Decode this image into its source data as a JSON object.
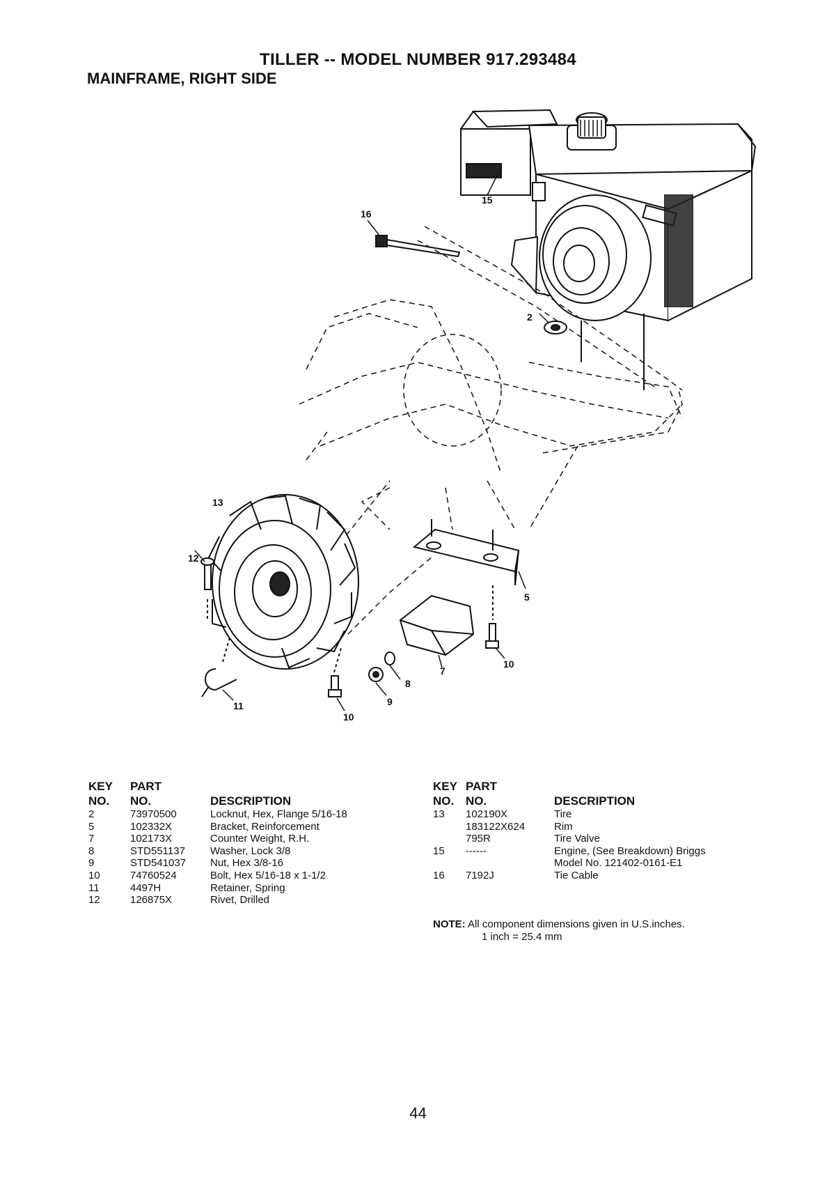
{
  "header": {
    "title": "TILLER -- MODEL NUMBER 917.293484",
    "subtitle": "MAINFRAME, RIGHT SIDE"
  },
  "diagram": {
    "callouts": {
      "c16": "16",
      "c15": "15",
      "c2": "2",
      "c13": "13",
      "c12": "12",
      "c5": "5",
      "c7": "7",
      "c10a": "10",
      "c8": "8",
      "c9": "9",
      "c11": "11",
      "c10b": "10"
    }
  },
  "table_headers": {
    "key_line1": "KEY",
    "key_line2": "NO.",
    "part_line1": "PART",
    "part_line2": "NO.",
    "description": "DESCRIPTION"
  },
  "parts_left": [
    {
      "key": "2",
      "part": "73970500",
      "desc": "Locknut, Hex, Flange 5/16-18"
    },
    {
      "key": "5",
      "part": "102332X",
      "desc": "Bracket, Reinforcement"
    },
    {
      "key": "7",
      "part": "102173X",
      "desc": "Counter Weight, R.H."
    },
    {
      "key": "8",
      "part": "STD551137",
      "desc": "Washer, Lock 3/8"
    },
    {
      "key": "9",
      "part": "STD541037",
      "desc": "Nut, Hex 3/8-16"
    },
    {
      "key": "10",
      "part": "74760524",
      "desc": "Bolt, Hex 5/16-18 x 1-1/2"
    },
    {
      "key": "11",
      "part": "4497H",
      "desc": "Retainer, Spring"
    },
    {
      "key": "12",
      "part": "126875X",
      "desc": "Rivet, Drilled"
    }
  ],
  "parts_right": [
    {
      "key": "13",
      "part": "102190X",
      "desc": "Tire"
    },
    {
      "key": "",
      "part": "183122X624",
      "desc": "Rim"
    },
    {
      "key": "",
      "part": "795R",
      "desc": "Tire Valve"
    },
    {
      "key": "15",
      "part": "------",
      "desc": "Engine, (See Breakdown) Briggs"
    },
    {
      "key": "",
      "part": "",
      "desc": "Model No. 121402-0161-E1"
    },
    {
      "key": "16",
      "part": "7192J",
      "desc": "Tie Cable"
    }
  ],
  "note": {
    "label": "NOTE:",
    "line1": "All component dimensions given in U.S.inches.",
    "line2": "1 inch = 25.4 mm"
  },
  "page_number": "44"
}
